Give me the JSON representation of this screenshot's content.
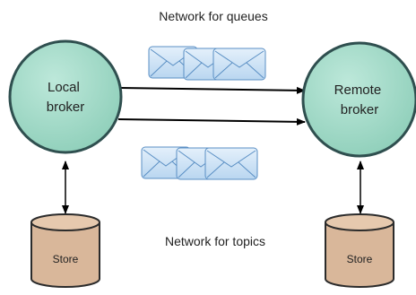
{
  "diagram": {
    "top_caption": "Network for queues",
    "bottom_caption": "Network for topics",
    "local_broker": {
      "label_lines": [
        "Local",
        "broker"
      ]
    },
    "remote_broker": {
      "label_lines": [
        "Remote",
        "broker"
      ]
    },
    "local_store": {
      "label": "Store"
    },
    "remote_store": {
      "label": "Store"
    },
    "queue_messages": 3,
    "topic_messages": 3
  },
  "colors": {
    "broker_fill": "#a8dccb",
    "broker_stroke": "#2f4f4f",
    "store_fill": "#d9b79a",
    "store_stroke": "#2b2b2b",
    "envelope_fill": "#cfe4f7",
    "envelope_stroke": "#5a8fc4",
    "arrow": "#000000"
  }
}
